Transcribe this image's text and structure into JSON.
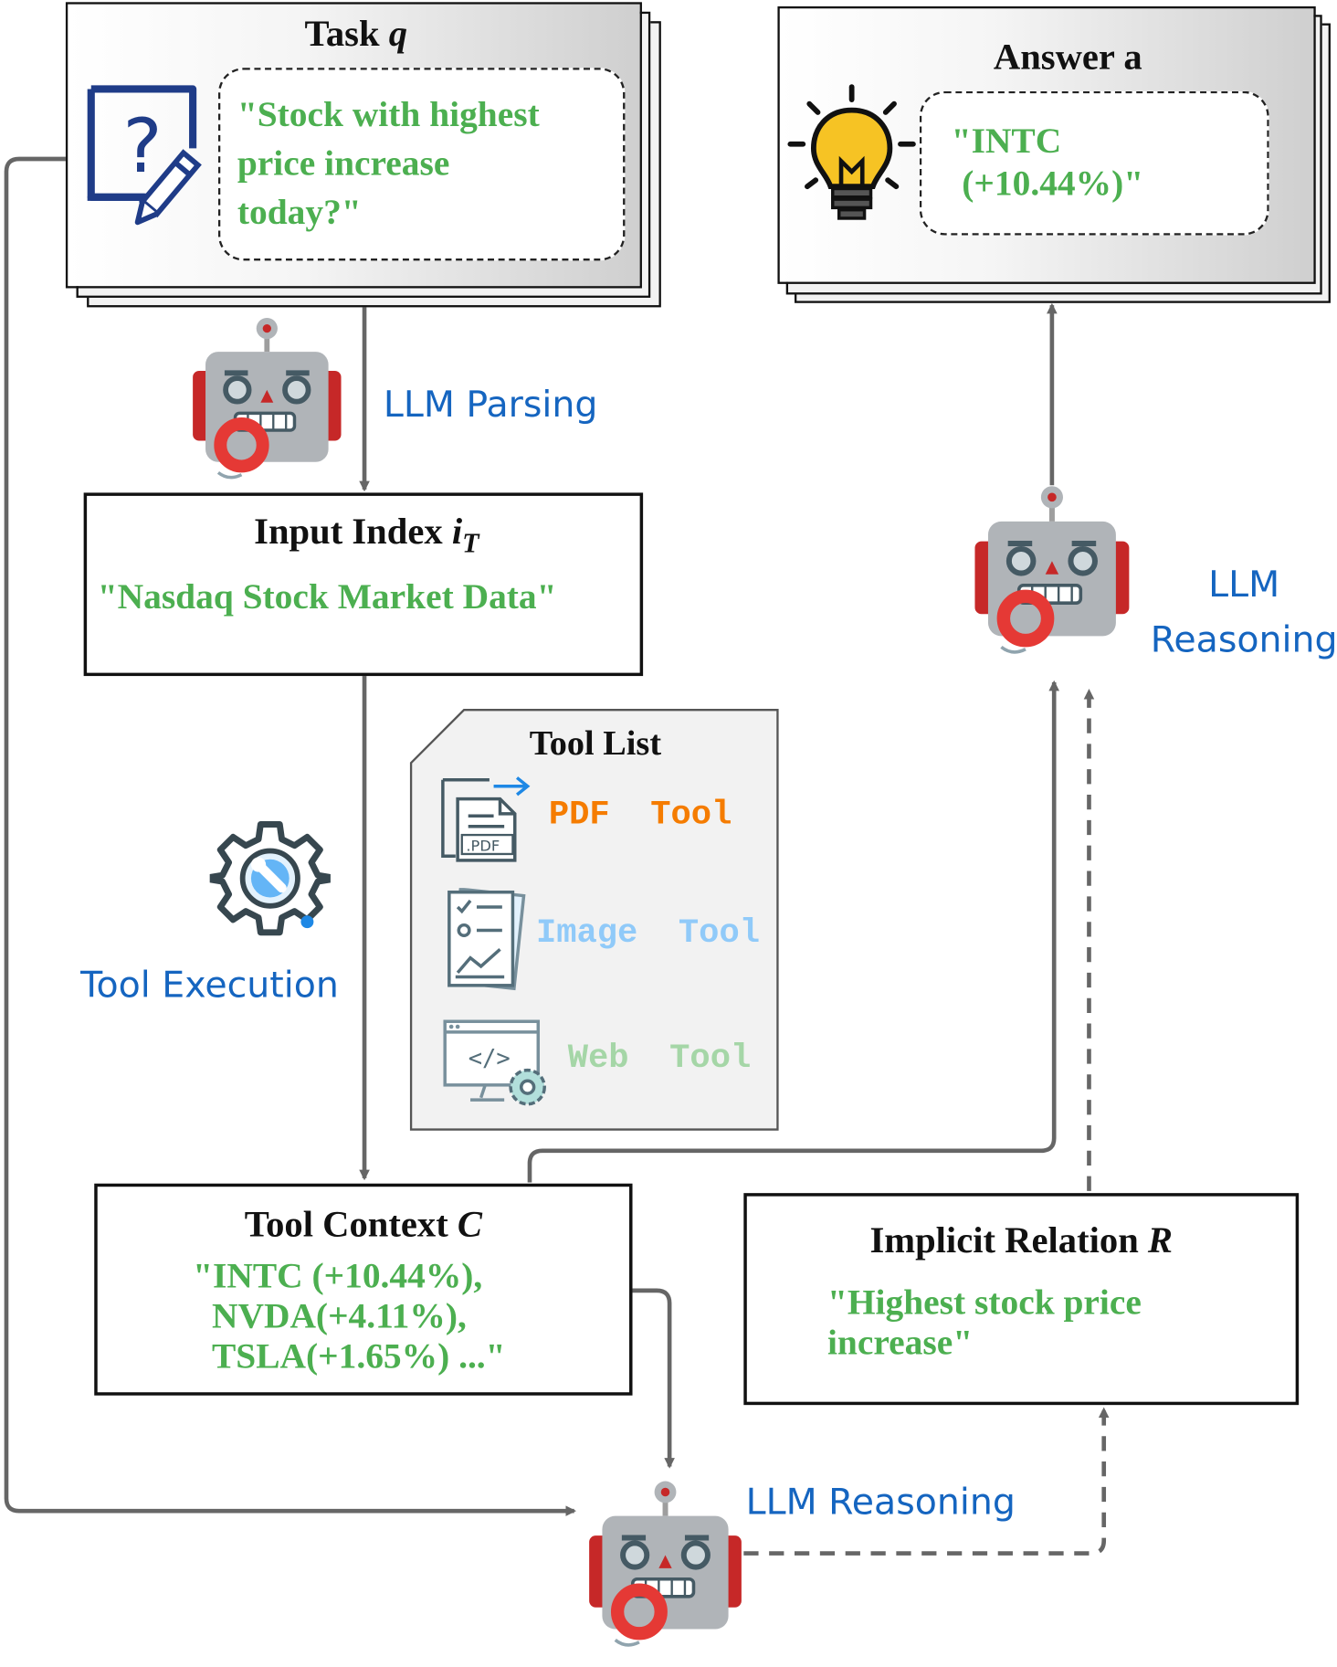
{
  "task": {
    "title": "Task",
    "symbol": "q",
    "query_lines": [
      "\"Stock with highest",
      "price increase",
      "today?\""
    ],
    "icon": "question-document-icon"
  },
  "answer": {
    "title": "Answer a",
    "lines": [
      "\"INTC",
      "(+10.44%)\""
    ],
    "icon": "lightbulb-icon"
  },
  "input_index": {
    "title": "Input Index",
    "symbol": "i",
    "subscript": "T",
    "value": "\"Nasdaq Stock Market Data\""
  },
  "tool_context": {
    "title": "Tool Context",
    "symbol": "C",
    "lines": [
      "\"INTC (+10.44%),",
      "NVDA(+4.11%),",
      "TSLA(+1.65%) ...\""
    ]
  },
  "implicit_relation": {
    "title": "Implicit Relation",
    "symbol": "R",
    "lines": [
      "\"Highest stock price",
      "increase\""
    ]
  },
  "tool_list": {
    "title": "Tool List",
    "items": [
      {
        "label": "PDF  Tool",
        "color": "#f57c00",
        "icon": "pdf-file-icon"
      },
      {
        "label": "Image  Tool",
        "color": "#90caf9",
        "icon": "image-report-icon"
      },
      {
        "label": "Web  Tool",
        "color": "#a5d6a7",
        "icon": "web-code-gear-icon"
      }
    ]
  },
  "labels": {
    "llm_parsing": "LLM Parsing",
    "tool_execution": "Tool Execution",
    "llm_reasoning_bottom": "LLM Reasoning",
    "llm_reasoning_right": [
      "LLM",
      "Reasoning"
    ]
  },
  "colors": {
    "quote_green": "#4caf50",
    "label_blue": "#1565c0",
    "arrow_gray": "#666666",
    "robot_red": "#c62828",
    "robot_gray": "#b0b4b8"
  }
}
